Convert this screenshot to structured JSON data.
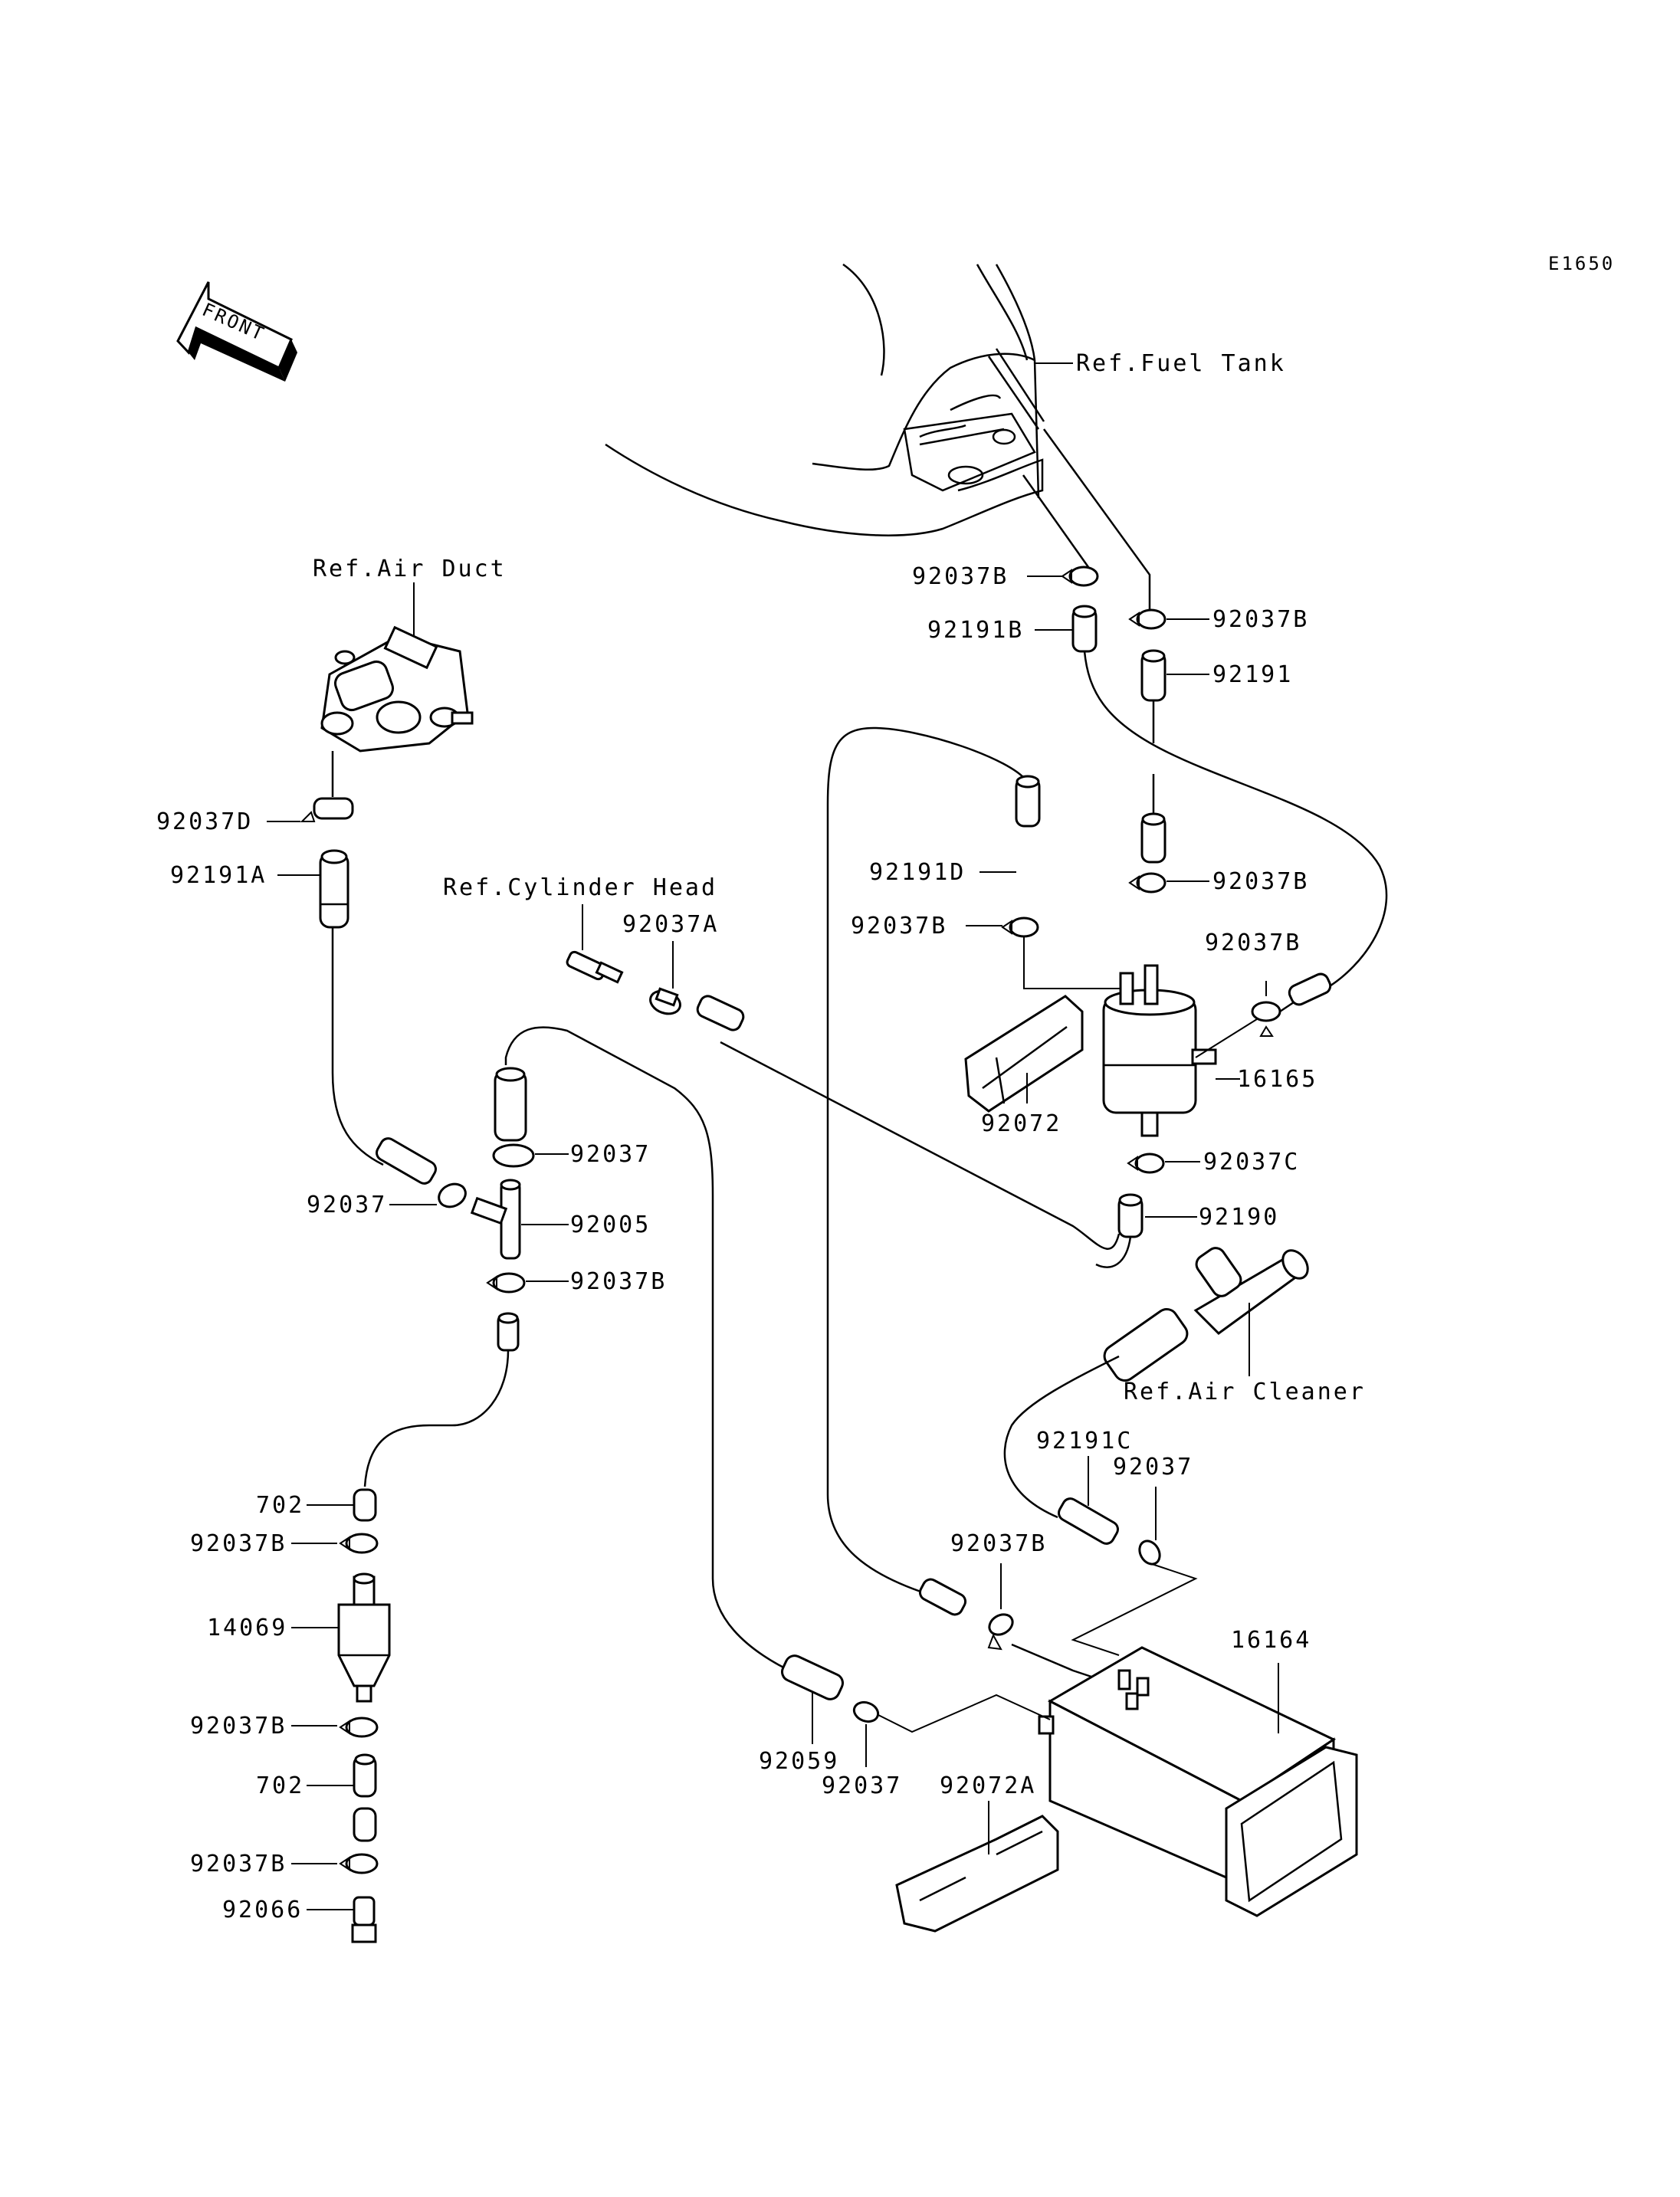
{
  "diagram_code": "E1650",
  "front_arrow_label": "FRONT",
  "references": {
    "fuel_tank": "Ref.Fuel Tank",
    "air_duct": "Ref.Air Duct",
    "cylinder_head": "Ref.Cylinder Head",
    "air_cleaner": "Ref.Air Cleaner"
  },
  "part_labels": {
    "p92037B_a": "92037B",
    "p92037B_b": "92037B",
    "p92191B": "92191B",
    "p92191": "92191",
    "p92037D": "92037D",
    "p92191A": "92191A",
    "p92037A": "92037A",
    "p92191D": "92191D",
    "p92037B_c": "92037B",
    "p92037B_d": "92037B",
    "p92037B_e": "92037B",
    "p16165": "16165",
    "p92072": "92072",
    "p92037_a": "92037",
    "p92037_b": "92037",
    "p92005": "92005",
    "p92037B_f": "92037B",
    "p92037C": "92037C",
    "p92190": "92190",
    "p92191C": "92191C",
    "p92037_c": "92037",
    "p702_a": "702",
    "p92037B_g": "92037B",
    "p92037B_h": "92037B",
    "p14069": "14069",
    "p16164": "16164",
    "p92037B_i": "92037B",
    "p702_b": "702",
    "p92059": "92059",
    "p92037_d": "92037",
    "p92072A": "92072A",
    "p92037B_j": "92037B",
    "p92066": "92066"
  }
}
